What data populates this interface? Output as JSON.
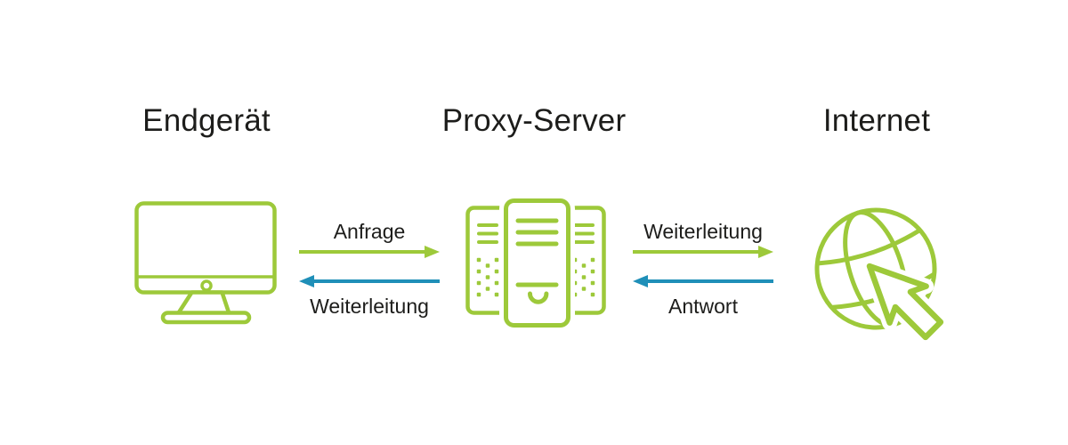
{
  "colors": {
    "green": "#9dc93a",
    "blue": "#1f8fb8",
    "text": "#1d1d1b",
    "background": "#ffffff"
  },
  "nodes": [
    {
      "label": "Endgerät",
      "icon": "desktop-computer-icon"
    },
    {
      "label": "Proxy-Server",
      "icon": "server-rack-icon"
    },
    {
      "label": "Internet",
      "icon": "globe-cursor-icon"
    }
  ],
  "flows": [
    {
      "label": "Anfrage",
      "from": "Endgerät",
      "to": "Proxy-Server",
      "direction": "right",
      "color": "#9dc93a"
    },
    {
      "label": "Weiterleitung",
      "from": "Proxy-Server",
      "to": "Endgerät",
      "direction": "left",
      "color": "#1f8fb8"
    },
    {
      "label": "Weiterleitung",
      "from": "Proxy-Server",
      "to": "Internet",
      "direction": "right",
      "color": "#9dc93a"
    },
    {
      "label": "Antwort",
      "from": "Internet",
      "to": "Proxy-Server",
      "direction": "left",
      "color": "#1f8fb8"
    }
  ]
}
